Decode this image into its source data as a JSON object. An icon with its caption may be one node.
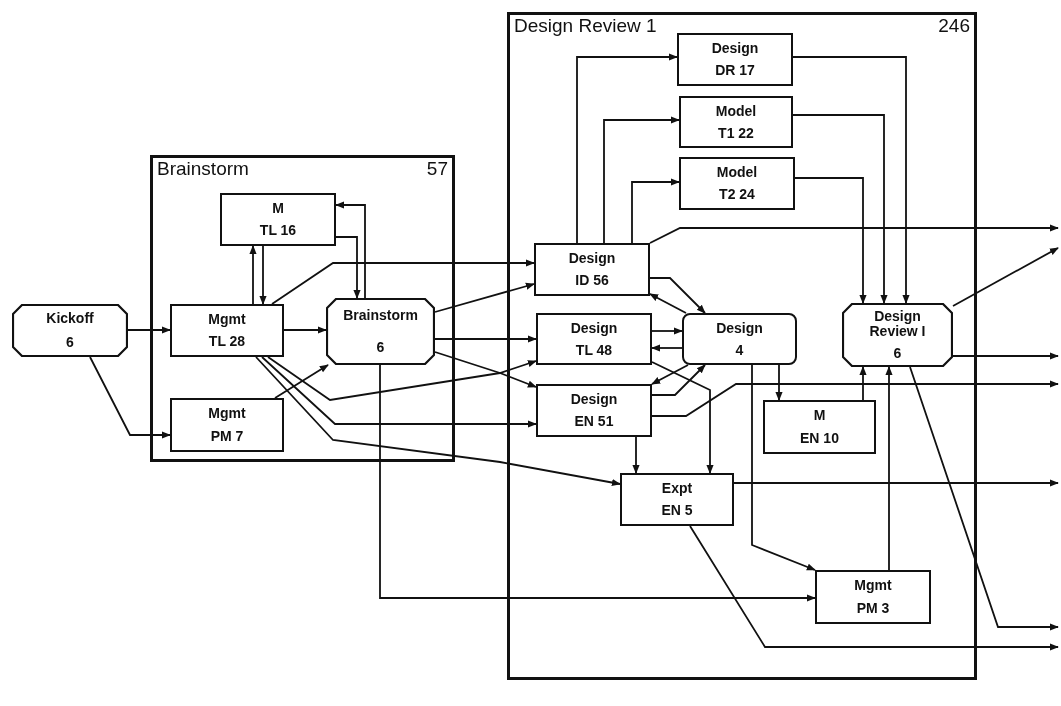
{
  "diagram": {
    "nodes": [
      {
        "text": [
          "Brainstorm",
          "57"
        ]
      },
      {
        "text": [
          "Design Review 1",
          "246"
        ]
      },
      {
        "text": [
          "Kickoff",
          "6"
        ]
      },
      {
        "text": [
          "M",
          "TL 16"
        ],
        "in": 0
      },
      {
        "text": [
          "Mgmt",
          "TL 28"
        ],
        "in": 0
      },
      {
        "text": [
          "Brainstorm",
          "6"
        ],
        "in": 0
      },
      {
        "text": [
          "Mgmt",
          "PM 7"
        ],
        "in": 0
      },
      {
        "text": [
          "Design",
          "DR 17"
        ],
        "in": 1
      },
      {
        "text": [
          "Model",
          "T1 22"
        ],
        "in": 1
      },
      {
        "text": [
          "Model",
          "T2 24"
        ],
        "in": 1
      },
      {
        "text": [
          "Design",
          "ID 56"
        ],
        "in": 1
      },
      {
        "text": [
          "Design",
          "TL 48"
        ],
        "in": 1
      },
      {
        "text": [
          "Design",
          "4"
        ],
        "in": 1
      },
      {
        "text": [
          "Design Review I",
          "6"
        ],
        "in": 1
      },
      {
        "text": [
          "Design",
          "EN 51"
        ],
        "in": 1
      },
      {
        "text": [
          "M",
          "EN 10"
        ],
        "in": 1
      },
      {
        "text": [
          "Expt",
          "EN 5"
        ],
        "in": 1
      },
      {
        "text": [
          "Mgmt",
          "PM 3"
        ],
        "in": 1
      }
    ],
    "edges": [
      {
        "from": 2,
        "to": 4,
        "arrow": "to"
      },
      {
        "from": 2,
        "to": 6,
        "arrow": "to"
      },
      {
        "from": 4,
        "to": 3,
        "arrow": "to"
      },
      {
        "from": 3,
        "to": 4,
        "arrow": "to"
      },
      {
        "from": 3,
        "to": 5,
        "arrow": "to"
      },
      {
        "from": 5,
        "to": 3,
        "arrow": "to"
      },
      {
        "from": 4,
        "to": 5,
        "arrow": "to"
      },
      {
        "from": 6,
        "to": 5,
        "arrow": "to"
      },
      {
        "from": 4,
        "to": 10,
        "arrow": "to"
      },
      {
        "from": 5,
        "to": 10,
        "arrow": "to"
      },
      {
        "from": 5,
        "to": 11,
        "arrow": "to"
      },
      {
        "from": 5,
        "to": 14,
        "arrow": "to"
      },
      {
        "from": 4,
        "to": 11,
        "arrow": "to"
      },
      {
        "from": 4,
        "to": 14,
        "arrow": "to"
      },
      {
        "from": 4,
        "to": 16,
        "arrow": "to"
      },
      {
        "from": 5,
        "to": 17,
        "arrow": "to"
      },
      {
        "from": 10,
        "to": 7,
        "arrow": "to"
      },
      {
        "from": 10,
        "to": 8,
        "arrow": "to"
      },
      {
        "from": 10,
        "to": 9,
        "arrow": "to"
      },
      {
        "from": 10,
        "to": null,
        "arrow": "to"
      },
      {
        "from": 10,
        "to": 12,
        "arrow": "to"
      },
      {
        "from": 12,
        "to": 10,
        "arrow": "to"
      },
      {
        "from": 11,
        "to": 12,
        "arrow": "to"
      },
      {
        "from": 12,
        "to": 11,
        "arrow": "to"
      },
      {
        "from": 11,
        "to": 16,
        "arrow": "to"
      },
      {
        "from": 12,
        "to": 14,
        "arrow": "to"
      },
      {
        "from": 14,
        "to": 12,
        "arrow": "to"
      },
      {
        "from": 14,
        "to": null,
        "arrow": "to"
      },
      {
        "from": 14,
        "to": 16,
        "arrow": "to"
      },
      {
        "from": 12,
        "to": 17,
        "arrow": "to"
      },
      {
        "from": 12,
        "to": 15,
        "arrow": "to"
      },
      {
        "from": 15,
        "to": 13,
        "arrow": "to"
      },
      {
        "from": 17,
        "to": 13,
        "arrow": "to"
      },
      {
        "from": 7,
        "to": 13,
        "arrow": "to"
      },
      {
        "from": 8,
        "to": 13,
        "arrow": "to"
      },
      {
        "from": 9,
        "to": 13,
        "arrow": "to"
      },
      {
        "from": 13,
        "to": null,
        "arrow": "to"
      },
      {
        "from": 13,
        "to": null,
        "arrow": "to"
      },
      {
        "from": 13,
        "to": null,
        "arrow": "to"
      },
      {
        "from": 16,
        "to": null,
        "arrow": "to"
      },
      {
        "from": 16,
        "to": null,
        "arrow": "to"
      }
    ]
  }
}
